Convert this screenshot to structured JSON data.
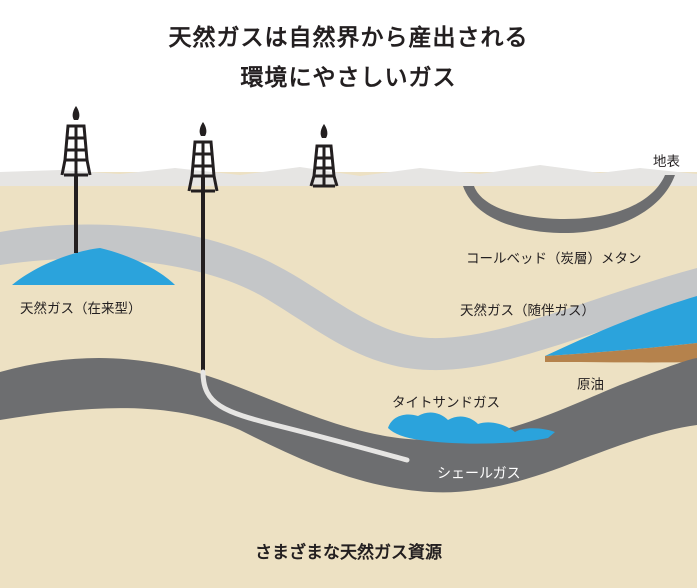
{
  "title": {
    "line1": "天然ガスは自然界から産出される",
    "line2": "環境にやさしいガス"
  },
  "labels": {
    "surface": "地表",
    "coalbed": "コールベッド（炭層）メタン",
    "conventional": "天然ガス（在来型）",
    "associated": "天然ガス（随伴ガス）",
    "crude_oil": "原油",
    "tight_sand": "タイトサンドガス",
    "shale": "シェールガス"
  },
  "caption": "さまざまな天然ガス資源",
  "colors": {
    "sky": "#ffffff",
    "surface_fill": "#e6e5e3",
    "ground": "#ede1c3",
    "gray_band": "#c4c6c8",
    "dark_rock": "#6d6e70",
    "gas": "#2ba3dc",
    "oil": "#b5824c",
    "rig": "#231f20"
  }
}
